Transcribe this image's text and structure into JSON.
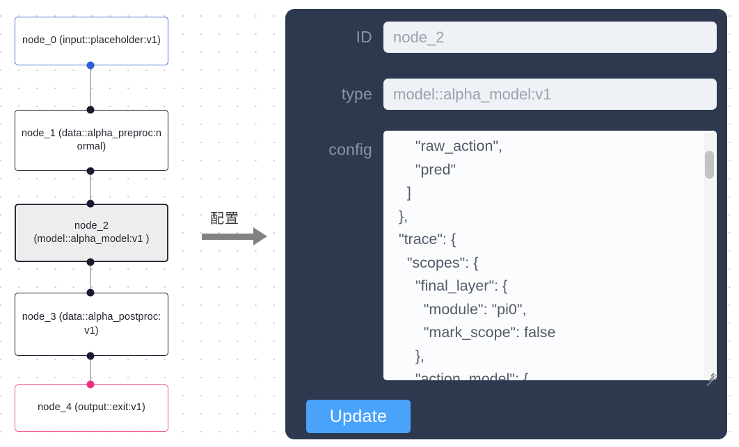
{
  "canvas": {
    "grid": "dotted",
    "background_color": "#ffffff",
    "dot_color": "#c9c9d4"
  },
  "graph": {
    "nodes": [
      {
        "id": "node_0",
        "label_line1": "node_0",
        "label_line2": "(input::placeholder:v1)",
        "text": "node_0\n(input::placeholder:v1)",
        "kind": "input",
        "selected": false,
        "border_color": "#4a76c8",
        "fill_color": "#ffffff"
      },
      {
        "id": "node_1",
        "label_line1": "node_1",
        "label_line2": "(data::alpha_preproc:normal)",
        "text": "node_1\n(data::alpha_preproc:n\normal)",
        "kind": "data",
        "selected": false,
        "border_color": "#1a1a2e",
        "fill_color": "#ffffff"
      },
      {
        "id": "node_2",
        "label_line1": "node_2",
        "label_line2": "(model::alpha_model:v1)",
        "text": "node_2\n(model::alpha_model:v1\n)",
        "kind": "model",
        "selected": true,
        "border_color": "#2a2a3a",
        "fill_color": "#ededed"
      },
      {
        "id": "node_3",
        "label_line1": "node_3",
        "label_line2": "(data::alpha_postproc:v1)",
        "text": "node_3\n(data::alpha_postproc:\nv1)",
        "kind": "data",
        "selected": false,
        "border_color": "#1a1a2e",
        "fill_color": "#ffffff"
      },
      {
        "id": "node_4",
        "label_line1": "node_4",
        "label_line2": "(output::exit:v1)",
        "text": "node_4\n(output::exit:v1)",
        "kind": "output",
        "selected": false,
        "border_color": "#ee4f94",
        "fill_color": "#ffffff"
      }
    ],
    "edges": [
      {
        "from": "node_0",
        "to": "node_1"
      },
      {
        "from": "node_1",
        "to": "node_2"
      },
      {
        "from": "node_2",
        "to": "node_3"
      },
      {
        "from": "node_3",
        "to": "node_4"
      }
    ],
    "port_colors": {
      "input": "#2b5fd9",
      "default": "#1a1a2e",
      "output": "#ee2f82"
    }
  },
  "transition": {
    "caption": "配置",
    "arrow_color": "#828282",
    "direction": "right"
  },
  "inspector": {
    "background_color": "#2e3950",
    "id_field": {
      "label": "ID",
      "value": "node_2",
      "placeholder": "node_2"
    },
    "type_field": {
      "label": "type",
      "value": "model::alpha_model:v1",
      "placeholder": "model::alpha_model:v1"
    },
    "config_field": {
      "label": "config",
      "value": "      \"raw_action\",\n      \"pred\"\n    ]\n  },\n  \"trace\": {\n    \"scopes\": {\n      \"final_layer\": {\n        \"module\": \"pi0\",\n        \"mark_scope\": false\n      },\n      \"action_model\": {",
      "scroll_position": "near-top"
    },
    "update_button": {
      "label": "Update",
      "color": "#4aa3fb"
    }
  }
}
